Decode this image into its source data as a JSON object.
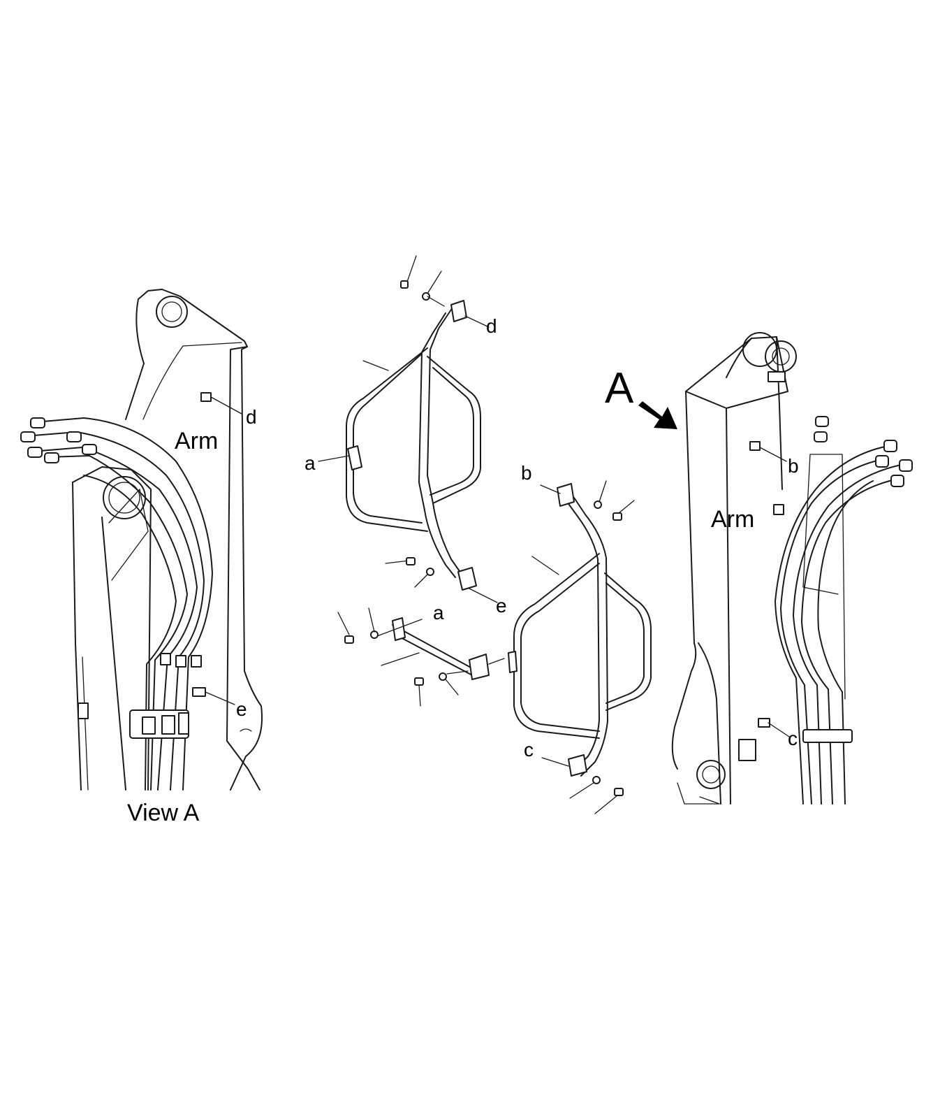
{
  "labels": {
    "view_a_caption": "View A",
    "arm_left": "Arm",
    "arm_right": "Arm",
    "view_arrow": "A",
    "a_upper": "a",
    "a_lower": "a",
    "b_center": "b",
    "b_right": "b",
    "c_center": "c",
    "c_right": "c",
    "d_upper": "d",
    "d_left": "d",
    "e_center": "e",
    "e_left": "e"
  }
}
